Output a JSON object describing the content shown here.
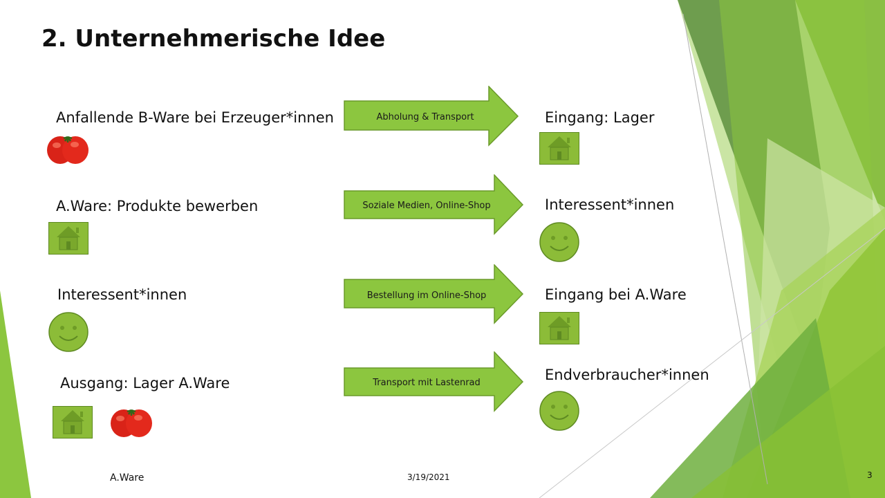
{
  "slide": {
    "title": "2. Unternehmerische Idee",
    "rows": [
      {
        "left_label": "Anfallende B-Ware bei Erzeuger*innen",
        "arrow_label": "Abholung & Transport",
        "right_label": "Eingang: Lager"
      },
      {
        "left_label": "A.Ware: Produkte bewerben",
        "arrow_label": "Soziale Medien, Online-Shop",
        "right_label": "Interessent*innen"
      },
      {
        "left_label": "Interessent*innen",
        "arrow_label": "Bestellung  im Online-Shop",
        "right_label": "Eingang bei A.Ware"
      },
      {
        "left_label": "Ausgang: Lager A.Ware",
        "arrow_label": "Transport mit Lastenrad",
        "right_label": "Endverbraucher*innen"
      }
    ],
    "icons": {
      "row1_left": "tomato-icon",
      "row1_right": "house-icon",
      "row2_left": "house-icon",
      "row2_right": "smiley-icon",
      "row3_left": "smiley-icon",
      "row3_right": "house-icon",
      "row4_left": [
        "house-icon",
        "tomato-icon"
      ],
      "row4_right": "smiley-icon"
    }
  },
  "footer": {
    "left": "A.Ware",
    "date": "3/19/2021",
    "page_number": "3"
  },
  "colors": {
    "arrow_fill": "#8cc63f",
    "arrow_stroke": "#6a9a2a",
    "icon_fill": "#8cbc38",
    "icon_stroke": "#5e8a22",
    "tomato": "#e0261a",
    "accent_dark_green": "#5a8a3a"
  }
}
